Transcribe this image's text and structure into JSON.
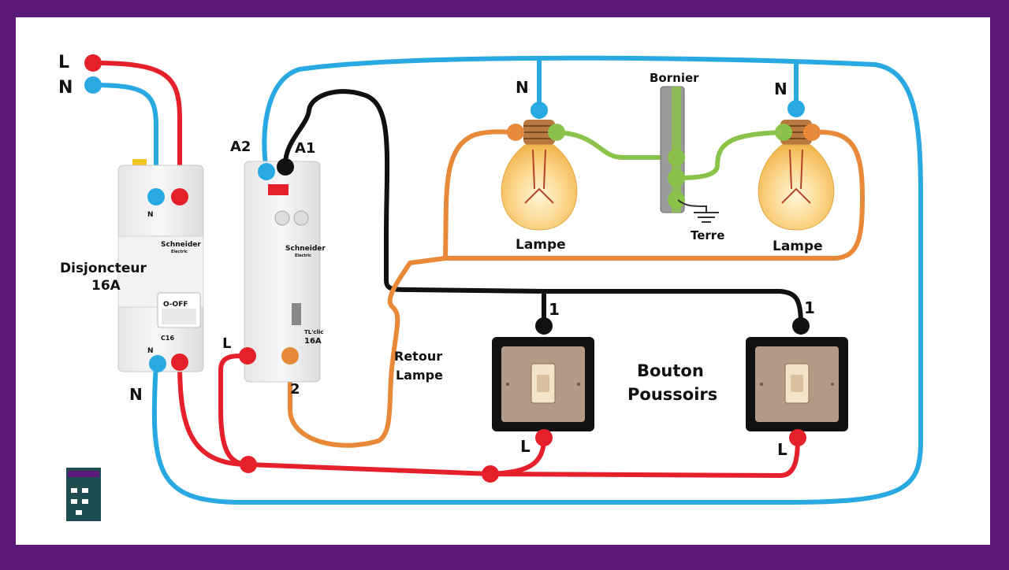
{
  "labels": {
    "top_L": "L",
    "top_N": "N",
    "breaker_title_1": "Disjoncteur",
    "breaker_title_2": "16A",
    "breaker_brand": "Schneider",
    "breaker_brand_sub": "Electric",
    "breaker_state": "O-OFF",
    "breaker_rating": "C16",
    "breaker_term_top_N": "N",
    "breaker_term_bottom_N": "N",
    "breaker_out_N": "N",
    "relay_A2": "A2",
    "relay_A1": "A1",
    "relay_brand": "Schneider",
    "relay_brand_sub": "Electric",
    "relay_model": "TL'clic",
    "relay_rating": "16A",
    "relay_L": "L",
    "relay_2": "2",
    "retour_1": "Retour",
    "retour_2": "Lampe",
    "lamp_N_left": "N",
    "lamp_N_right": "N",
    "bornier": "Bornier",
    "terre": "Terre",
    "lamp_left": "Lampe",
    "lamp_right": "Lampe",
    "push_1_left": "1",
    "push_1_right": "1",
    "push_L_left": "L",
    "push_L_right": "L",
    "bouton_1": "Bouton",
    "bouton_2": "Poussoirs"
  },
  "colors": {
    "background_frame": "#5b1a7a",
    "panel": "#ffffff",
    "phase": "#e5202a",
    "neutral": "#29a9e1",
    "control_black": "#111111",
    "lamp_return": "#e8893a",
    "earth_green": "#8bc34a"
  }
}
